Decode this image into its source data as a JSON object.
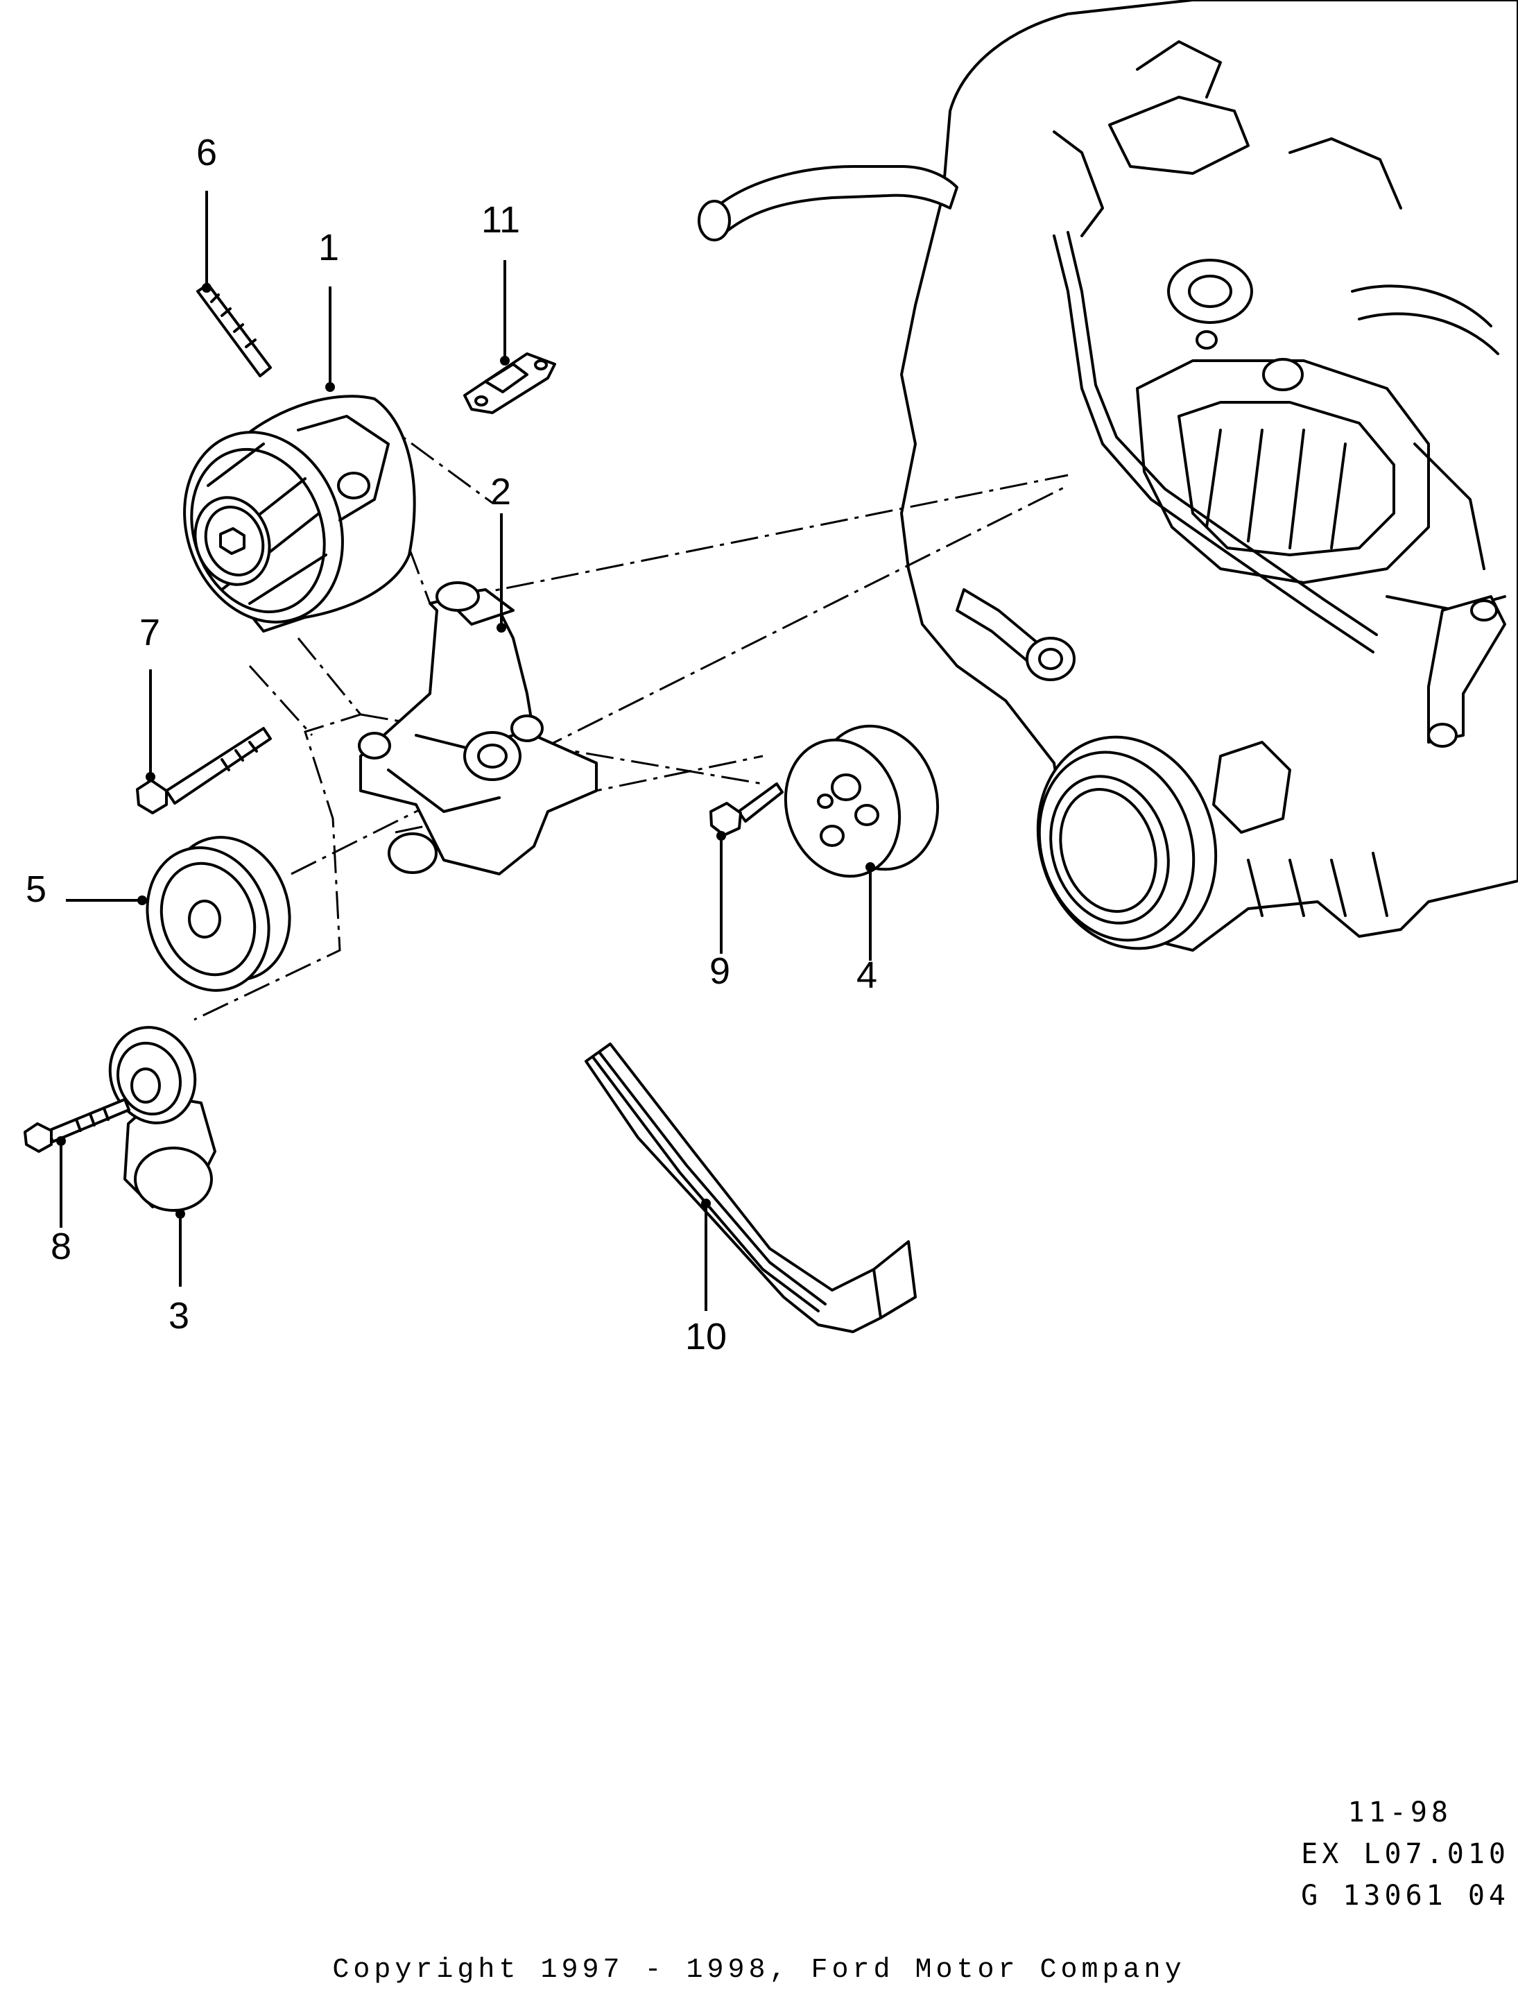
{
  "callouts": [
    {
      "id": "1",
      "label": "1"
    },
    {
      "id": "2",
      "label": "2"
    },
    {
      "id": "3",
      "label": "3"
    },
    {
      "id": "4",
      "label": "4"
    },
    {
      "id": "5",
      "label": "5"
    },
    {
      "id": "6",
      "label": "6"
    },
    {
      "id": "7",
      "label": "7"
    },
    {
      "id": "8",
      "label": "8"
    },
    {
      "id": "9",
      "label": "9"
    },
    {
      "id": "10",
      "label": "10"
    },
    {
      "id": "11",
      "label": "11"
    }
  ],
  "meta": {
    "date": "11-98",
    "reference": "EX L07.010",
    "code": "G 13061 04"
  },
  "copyright": "Copyright 1997 - 1998, Ford Motor Company"
}
